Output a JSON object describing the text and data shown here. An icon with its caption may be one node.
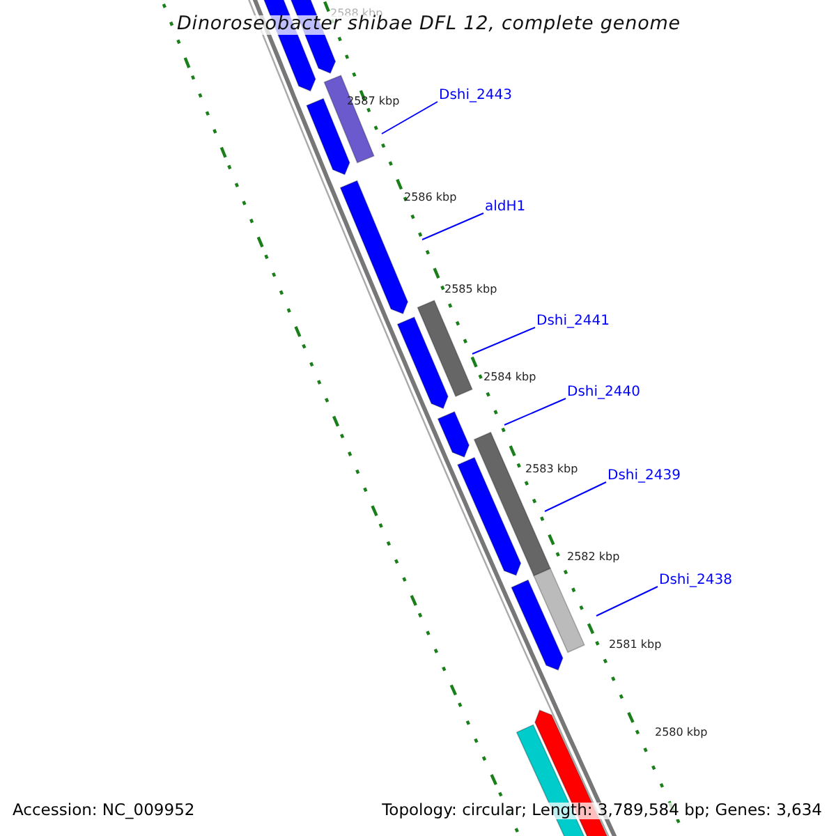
{
  "diagram": {
    "title": "Dinoroseobacter shibae DFL 12, complete genome",
    "nodes": [
      {
        "text": [
          "Dshi_2443"
        ]
      },
      {
        "text": [
          "aldH1"
        ]
      },
      {
        "text": [
          "Dshi_2441"
        ]
      },
      {
        "text": [
          "Dshi_2440"
        ]
      },
      {
        "text": [
          "Dshi_2439"
        ]
      },
      {
        "text": [
          "Dshi_2438"
        ]
      }
    ],
    "edges": [
      {
        "from": 0,
        "to": null,
        "arrow": "none"
      },
      {
        "from": 1,
        "to": null,
        "arrow": "none"
      },
      {
        "from": 2,
        "to": null,
        "arrow": "none"
      },
      {
        "from": 3,
        "to": null,
        "arrow": "none"
      },
      {
        "from": 4,
        "to": null,
        "arrow": "none"
      },
      {
        "from": 5,
        "to": null,
        "arrow": "none"
      }
    ],
    "labels": [
      "2588 kbp",
      "2587 kbp",
      "2586 kbp",
      "2585 kbp",
      "2584 kbp",
      "2583 kbp",
      "2582 kbp",
      "2581 kbp",
      "2580 kbp",
      "Accession: NC_009952",
      "Topology: circular; Length: 3,789,584 bp; Genes: 3,634"
    ]
  }
}
